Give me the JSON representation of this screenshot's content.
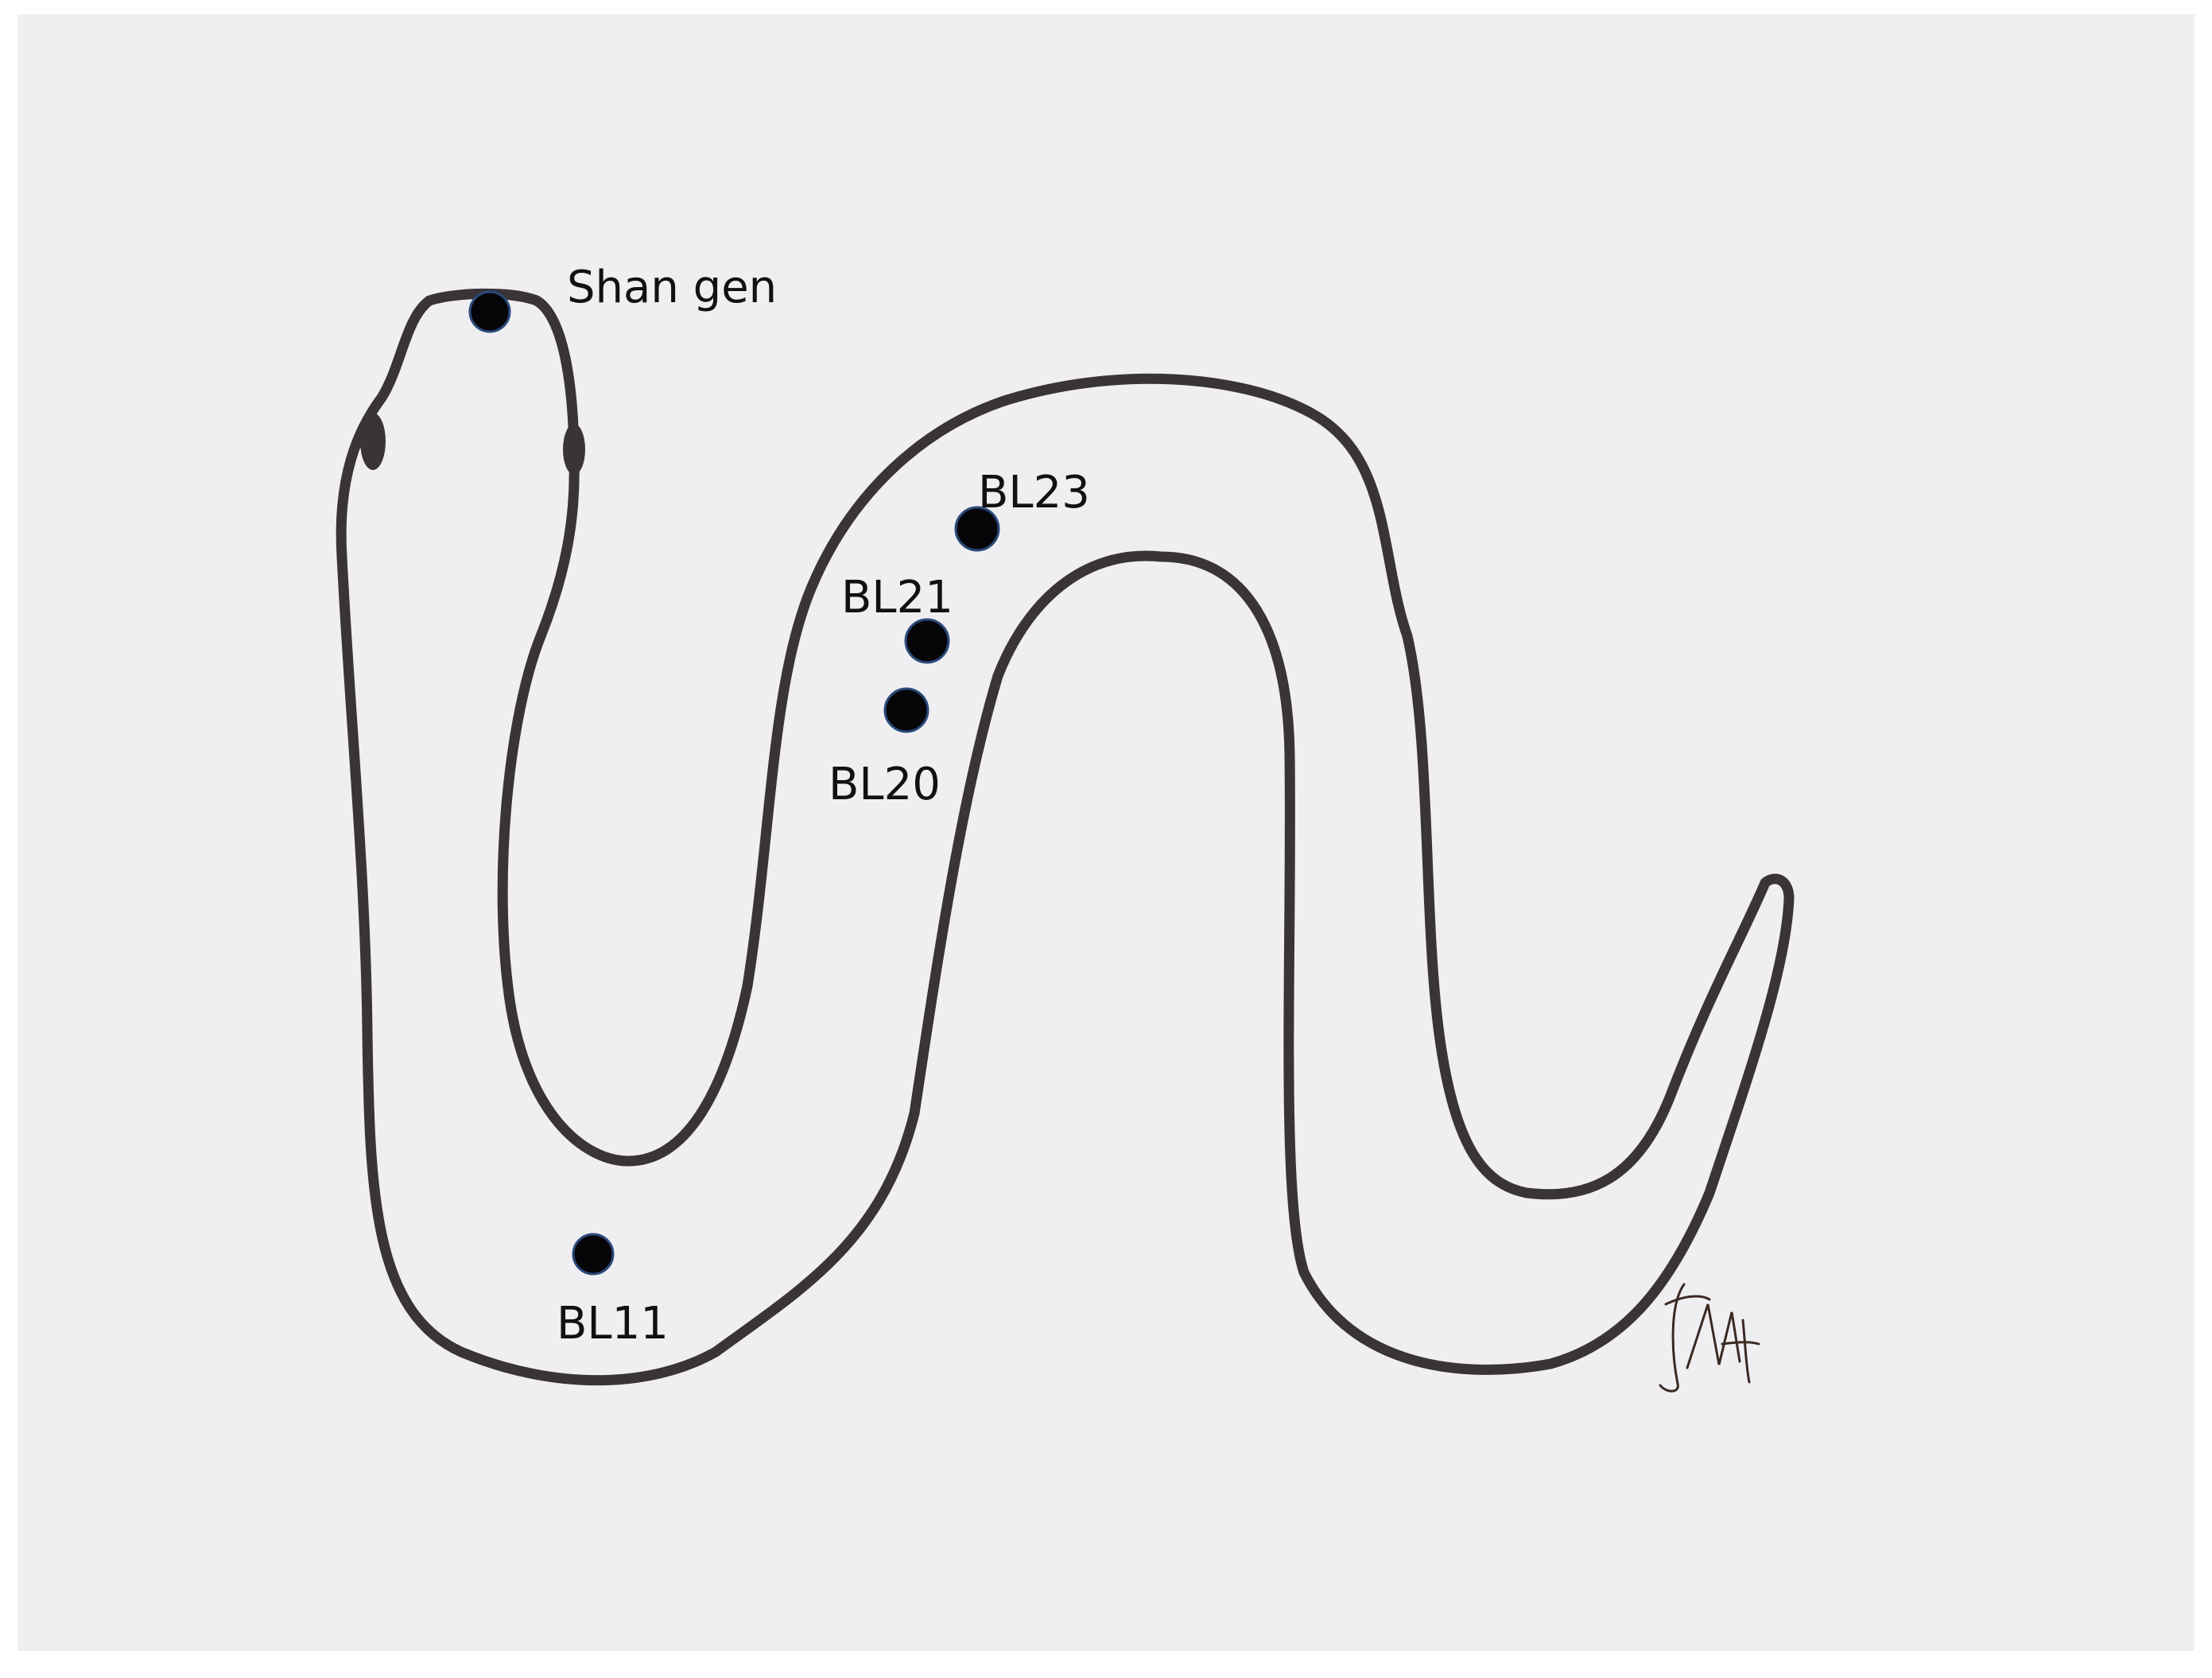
{
  "figure": {
    "colors": {
      "paper": "#efeff2",
      "outline": "#3a3439",
      "point_fill": "#050508",
      "point_ring": "#2b4a7a",
      "label": "#111111",
      "signature": "#3a2a22"
    },
    "points": [
      {
        "id": "shan-gen",
        "label": "Shan gen"
      },
      {
        "id": "bl23",
        "label": "BL23"
      },
      {
        "id": "bl21",
        "label": "BL21"
      },
      {
        "id": "bl20",
        "label": "BL20"
      },
      {
        "id": "bl11",
        "label": "BL11"
      }
    ],
    "signature": "JMH"
  }
}
